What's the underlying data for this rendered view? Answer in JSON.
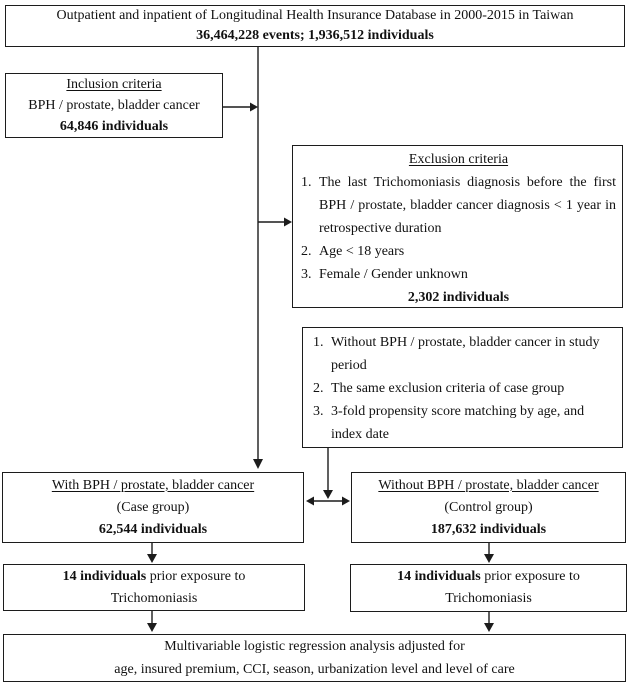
{
  "colors": {
    "background": "#ffffff",
    "line": "#1c1c1c",
    "text": "#111111"
  },
  "boxes": {
    "source": {
      "line1": "Outpatient and inpatient of Longitudinal Health Insurance Database in 2000-2015 in Taiwan",
      "line2": "36,464,228 events; 1,936,512 individuals"
    },
    "inclusion": {
      "title": "Inclusion criteria",
      "criteria": "BPH / prostate, bladder cancer",
      "count": "64,846 individuals"
    },
    "exclusion": {
      "title": "Exclusion criteria",
      "items": [
        {
          "num": "1.",
          "text": "The last Trichomoniasis diagnosis before the first BPH / prostate, bladder cancer diagnosis < 1 year in retrospective duration"
        },
        {
          "num": "2.",
          "text": "Age < 18 years"
        },
        {
          "num": "3.",
          "text": "Female / Gender unknown"
        }
      ],
      "count": "2,302 individuals"
    },
    "matching": {
      "items": [
        {
          "num": "1.",
          "text": "Without BPH / prostate, bladder cancer in study period"
        },
        {
          "num": "2.",
          "text": "The same exclusion criteria of case group"
        },
        {
          "num": "3.",
          "text": "3-fold propensity score matching by age, and index date"
        }
      ]
    },
    "case_group": {
      "title": "With BPH / prostate, bladder cancer",
      "subtitle": "(Case group)",
      "count": "62,544 individuals"
    },
    "control_group": {
      "title": "Without BPH / prostate, bladder cancer",
      "subtitle": "(Control group)",
      "count": "187,632 individuals"
    },
    "case_exposure": {
      "count": "14 individuals",
      "rest": "prior exposure to",
      "line2": "Trichomoniasis"
    },
    "control_exposure": {
      "count": "14 individuals",
      "rest": "prior exposure to",
      "line2": "Trichomoniasis"
    },
    "analysis": {
      "line1": "Multivariable logistic regression analysis adjusted for",
      "line2": "age, insured premium, CCI, season, urbanization level and level of care"
    }
  }
}
